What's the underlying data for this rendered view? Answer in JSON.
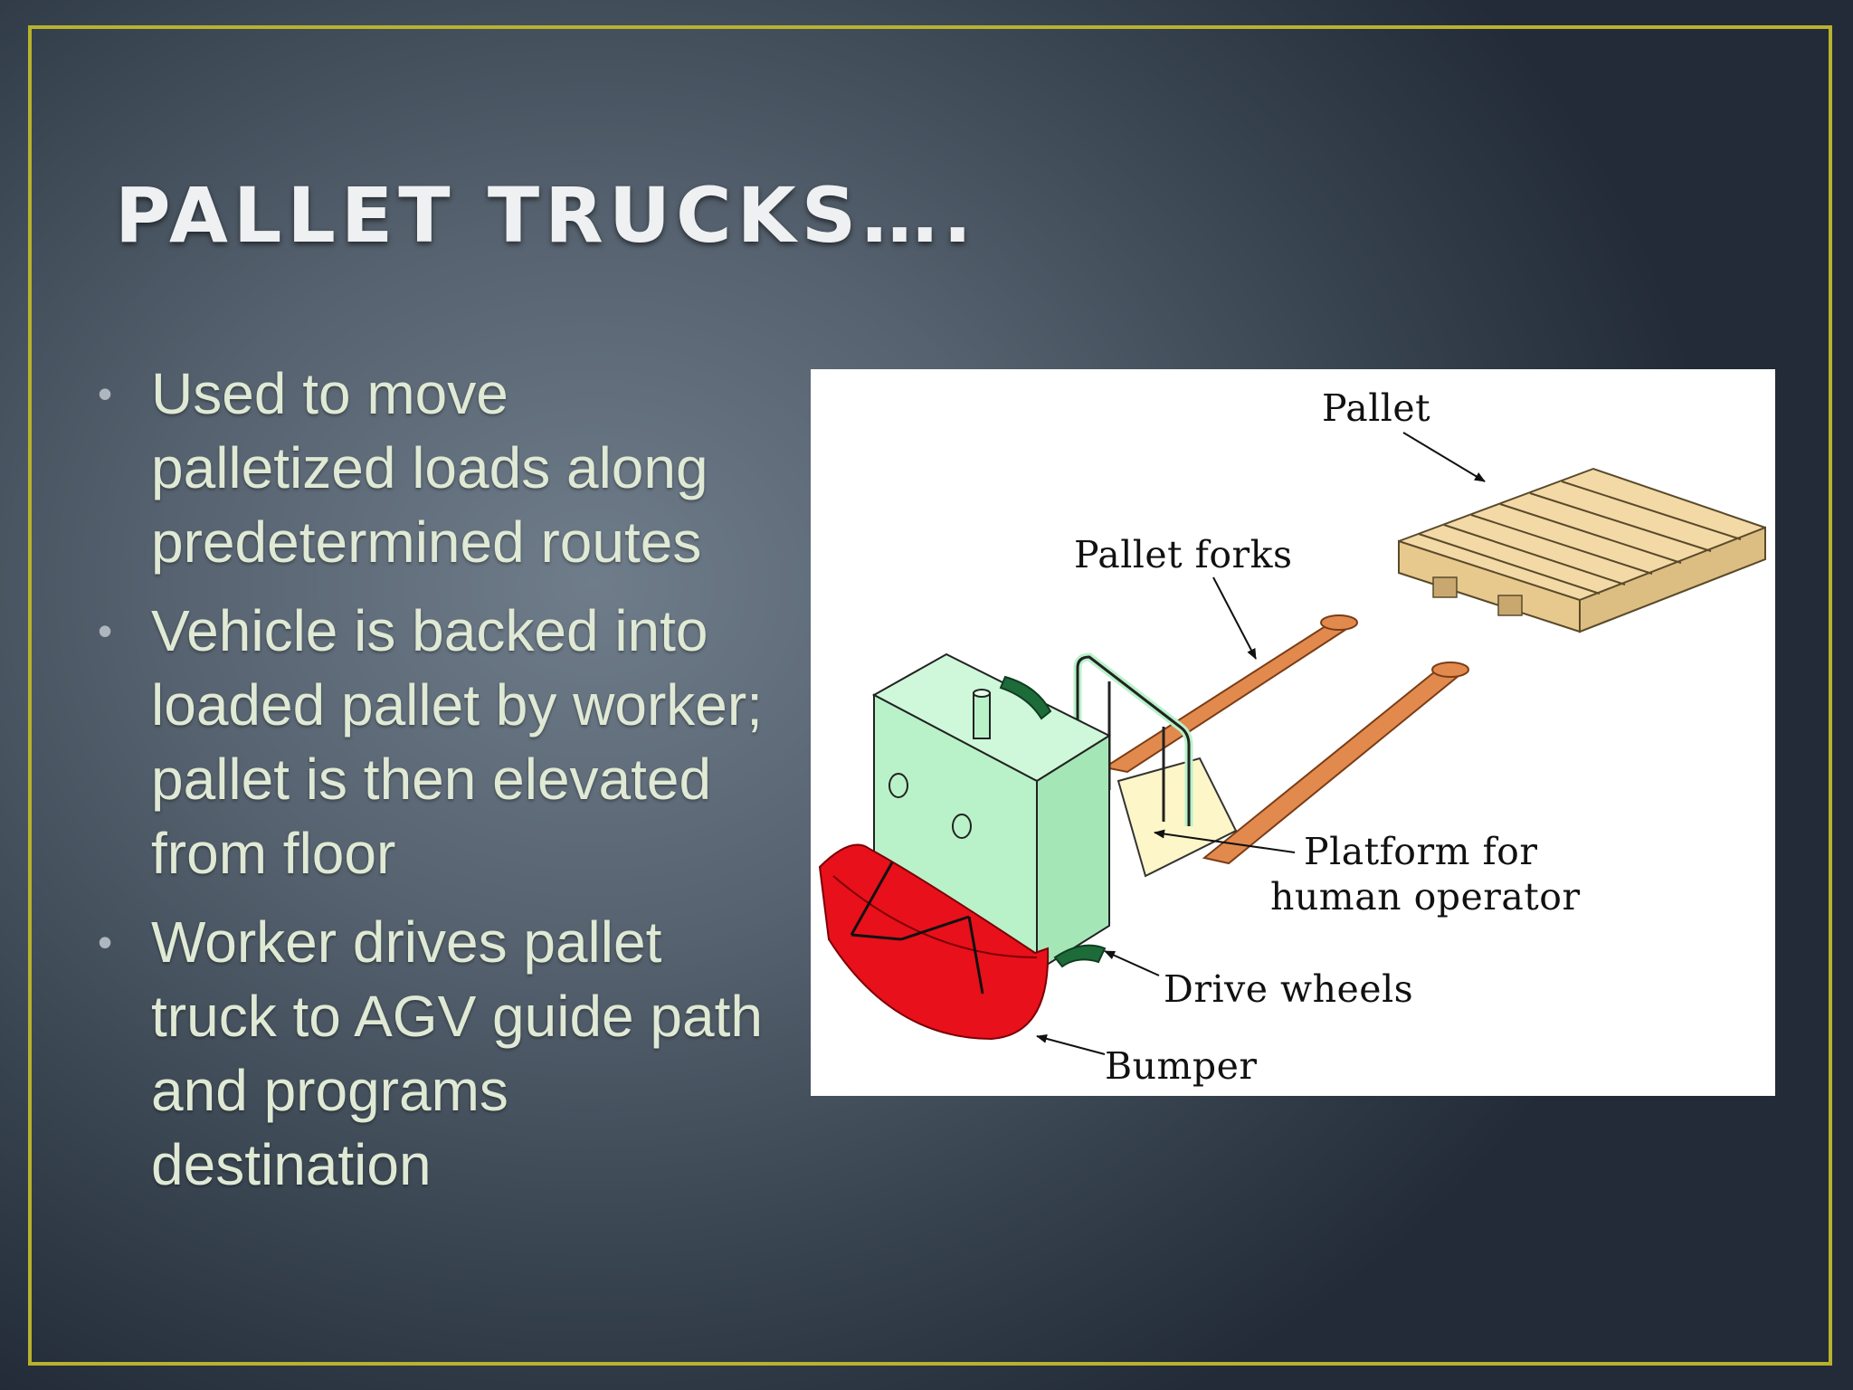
{
  "slide": {
    "title": "PALLET TRUCKS….",
    "frame_color": "#b8b22e",
    "bullets": [
      "Used to move palletized loads along predetermined routes",
      "Vehicle is backed into loaded pallet by worker; pallet is then elevated from floor",
      "Worker drives pallet truck to AGV guide path and programs destination"
    ]
  },
  "figure": {
    "labels": {
      "pallet": "Pallet",
      "pallet_forks": "Pallet forks",
      "platform_line1": "Platform for",
      "platform_line2": "human operator",
      "drive_wheels": "Drive wheels",
      "bumper": "Bumper"
    },
    "colors": {
      "body": "#b9f2c9",
      "forks": "#e28a4e",
      "bumper": "#e8101a",
      "pallet": "#f2d9a6",
      "platform": "#fdf6c8",
      "handle": "#1e6b3a"
    }
  }
}
